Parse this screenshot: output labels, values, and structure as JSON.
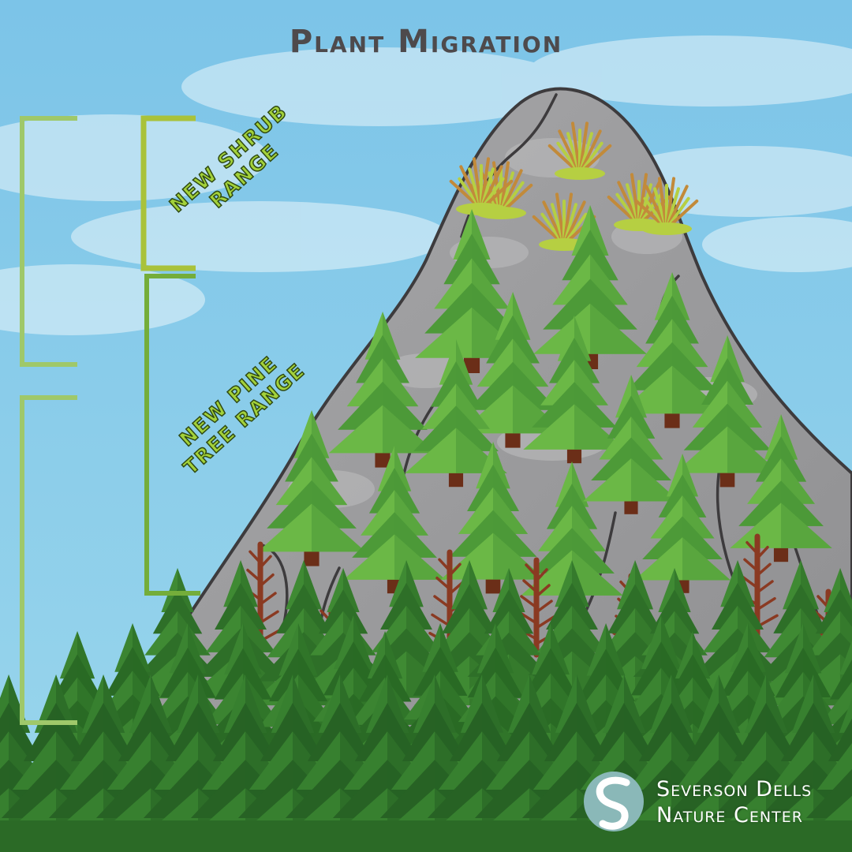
{
  "title": "Plant Migration",
  "labels": {
    "shrub_range": "New Shrub Range",
    "pine_range": "New Pine Tree Range"
  },
  "brand": {
    "line1": "Severson Dells",
    "line2": "Nature Center"
  },
  "colors": {
    "sky": "#7fc6e6",
    "mountain": "#9c9c9e",
    "bracket_old": "#9fc86a",
    "bracket_shrub": "#a9c23a",
    "bracket_pine": "#74ad3a",
    "pine_light": "#5aa53c",
    "forest_dark": "#2f7a2c",
    "dead_tree": "#8a3a22",
    "logo": "#8ab8b8"
  }
}
